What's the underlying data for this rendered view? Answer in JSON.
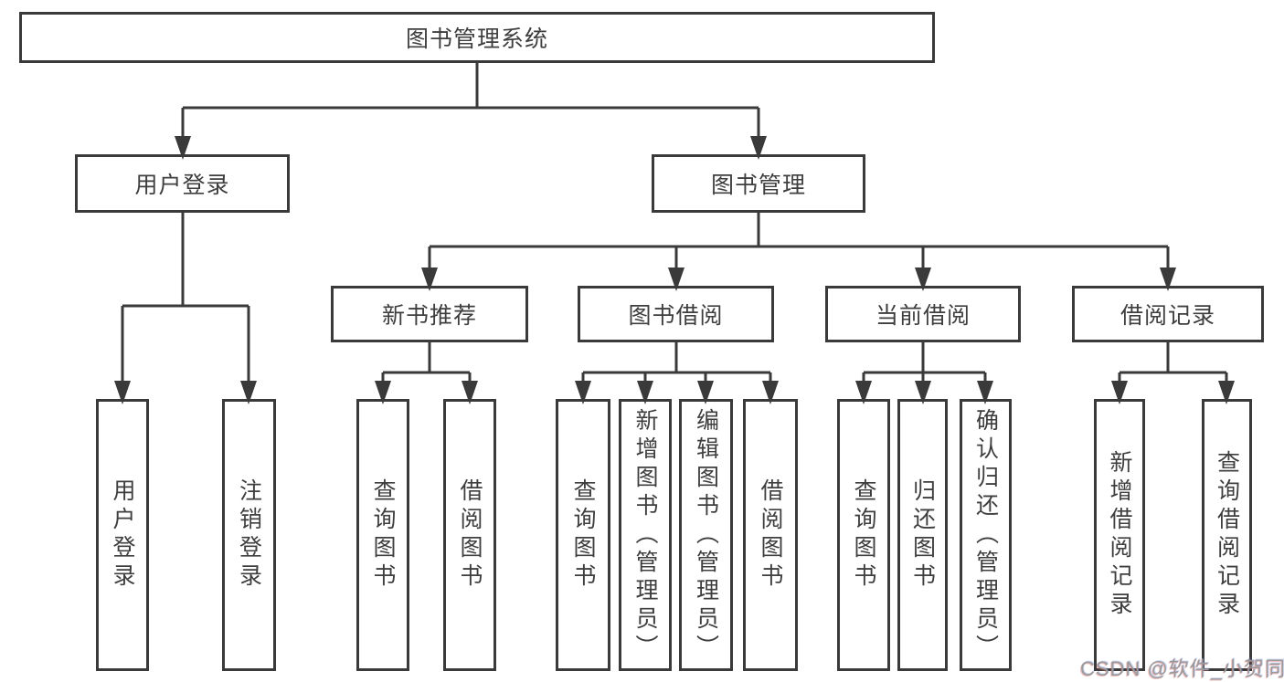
{
  "tree": {
    "root": "图书管理系统",
    "level2": [
      {
        "label": "用户登录",
        "leaves": [
          "用户登录",
          "注销登录"
        ]
      },
      {
        "label": "图书管理",
        "children": [
          {
            "label": "新书推荐",
            "leaves": [
              "查询图书",
              "借阅图书"
            ]
          },
          {
            "label": "图书借阅",
            "leaves": [
              "查询图书",
              "新增图书（管理员）",
              "编辑图书（管理员）",
              "借阅图书"
            ]
          },
          {
            "label": "当前借阅",
            "leaves": [
              "查询图书",
              "归还图书",
              "确认归还（管理员）"
            ]
          },
          {
            "label": "借阅记录",
            "leaves": [
              "新增借阅记录",
              "查询借阅记录"
            ]
          }
        ]
      }
    ]
  },
  "watermark": "CSDN @软件_小贺同学",
  "colors": {
    "line": "#3a3a3a",
    "text": "#3e3e3e",
    "watermark": "#9a9a9a",
    "background": "#ffffff"
  }
}
